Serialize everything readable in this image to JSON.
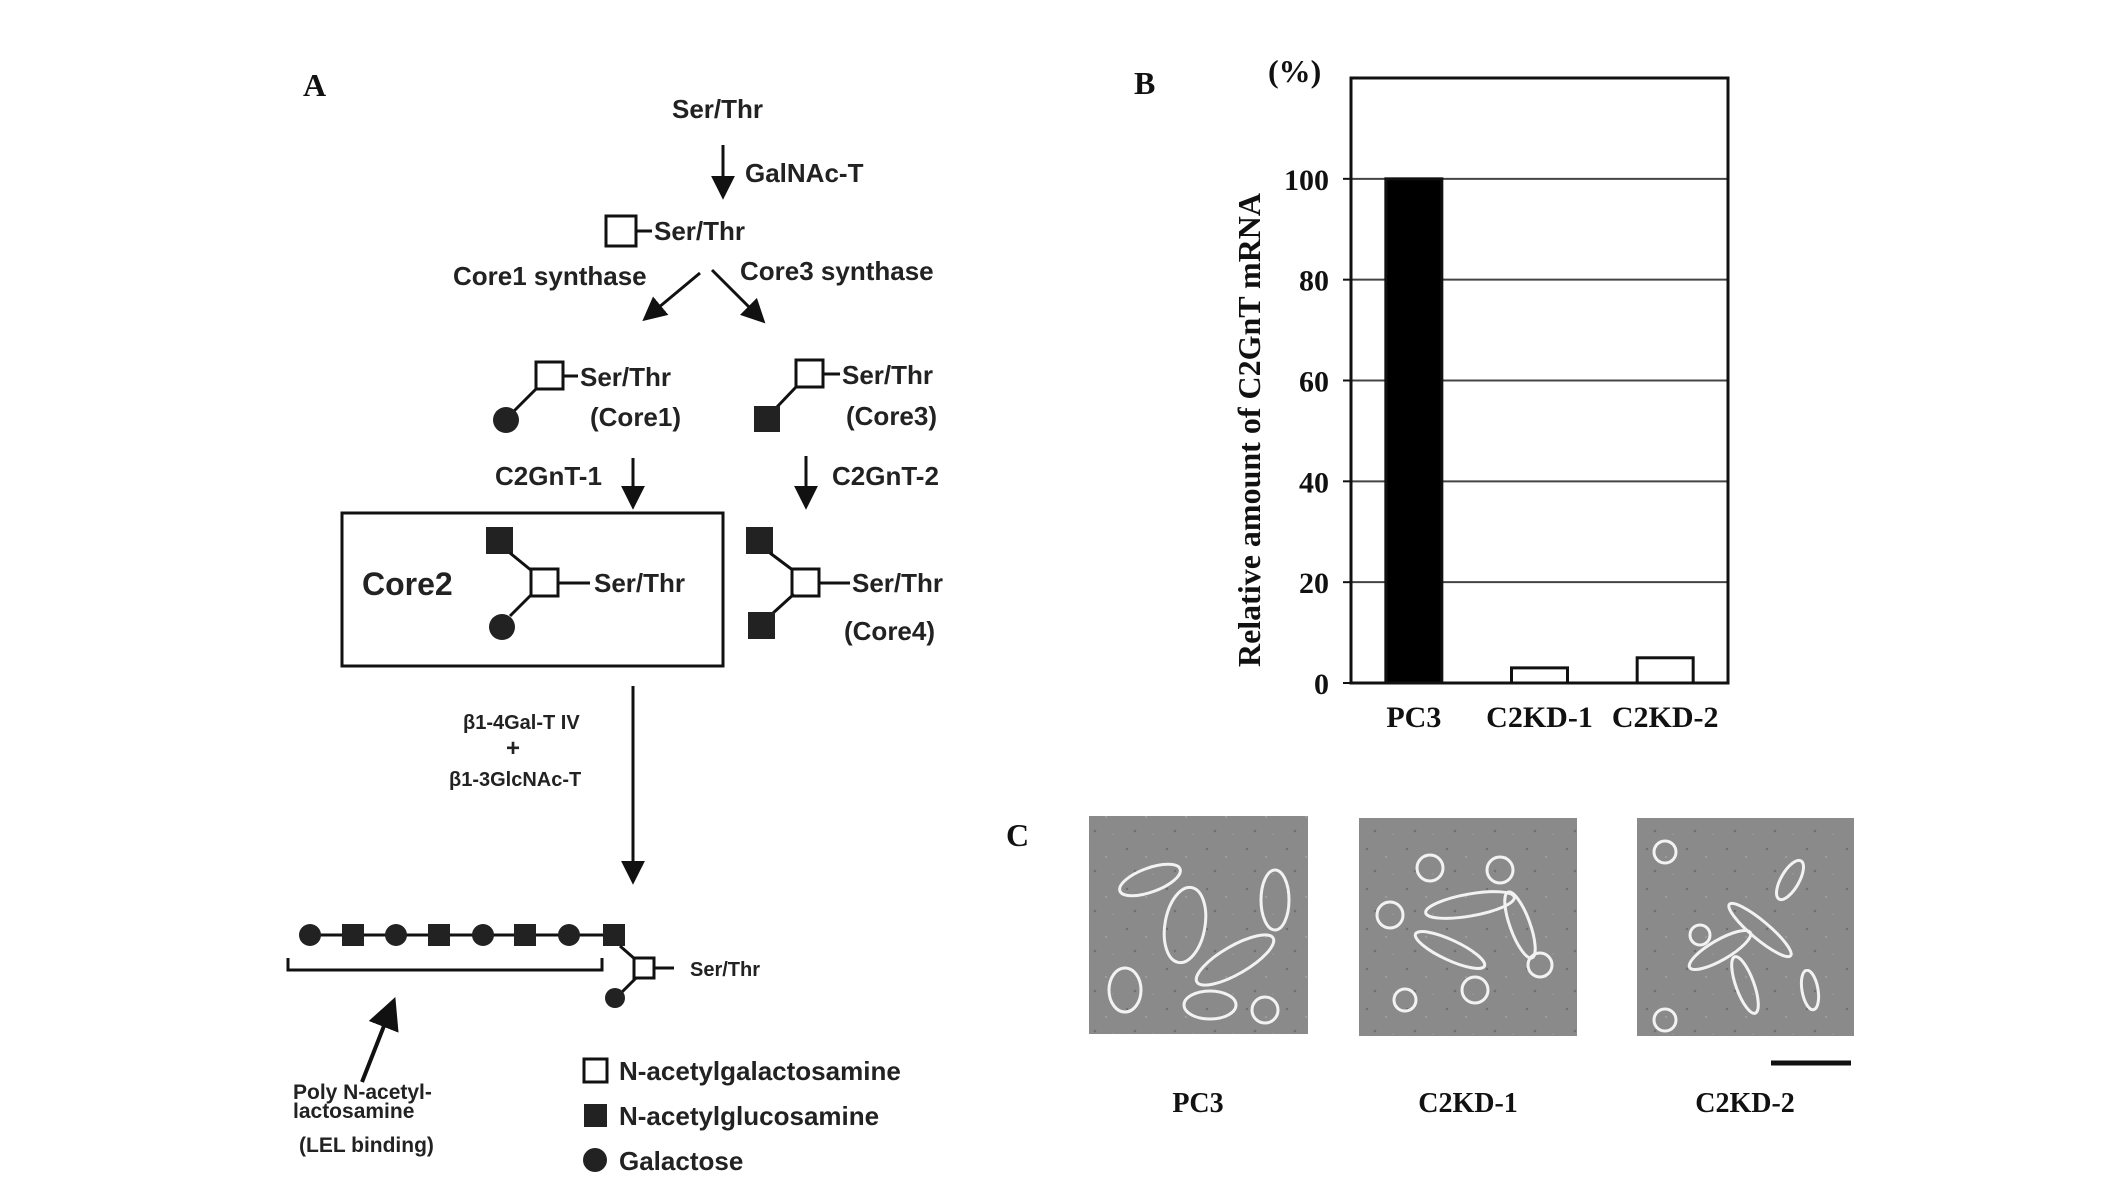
{
  "panel_labels": {
    "a": "A",
    "b": "B",
    "c": "C"
  },
  "pathway": {
    "start": "Ser/Thr",
    "enzyme_galnac": "GalNAc-T",
    "tn_antigen": "Ser/Thr",
    "core1_synthase": "Core1 synthase",
    "core3_synthase": "Core3 synthase",
    "core1_site": "Ser/Thr",
    "core1_label": "(Core1)",
    "core3_site": "Ser/Thr",
    "core3_label": "(Core3)",
    "c2gnt1": "C2GnT-1",
    "c2gnt2": "C2GnT-2",
    "core2_label": "Core2",
    "core2_site": "Ser/Thr",
    "core4_site": "Ser/Thr",
    "core4_label": "(Core4)",
    "gal_t_enzyme": "β1-4Gal-T IV",
    "plus": "+",
    "glcnac_t_enzyme": "β1-3GlcNAc-T",
    "poly_site": "Ser/Thr",
    "poly_label_1": "Poly N-acetyl-",
    "poly_label_2": "lactosamine",
    "poly_label_3": "(LEL binding)"
  },
  "legend": {
    "galnac": "N-acetylgalactosamine",
    "glcnac": "N-acetylglucosamine",
    "galactose": "Galactose"
  },
  "chart_data": {
    "type": "bar",
    "categories": [
      "PC3",
      "C2KD-1",
      "C2KD-2"
    ],
    "values": [
      100,
      3,
      5
    ],
    "bar_fills": [
      "#000000",
      "#ffffff",
      "#ffffff"
    ],
    "ylabel": "Relative amount of C2GnT mRNA",
    "unit": "(%)",
    "ylim": [
      0,
      120
    ],
    "yticks": [
      "0",
      "20",
      "40",
      "60",
      "80",
      "100"
    ],
    "grid": true
  },
  "micrographs": {
    "labels": [
      "PC3",
      "C2KD-1",
      "C2KD-2"
    ]
  },
  "colors": {
    "ink": "#111111",
    "micrograph_bg": "#8a8a8a"
  }
}
